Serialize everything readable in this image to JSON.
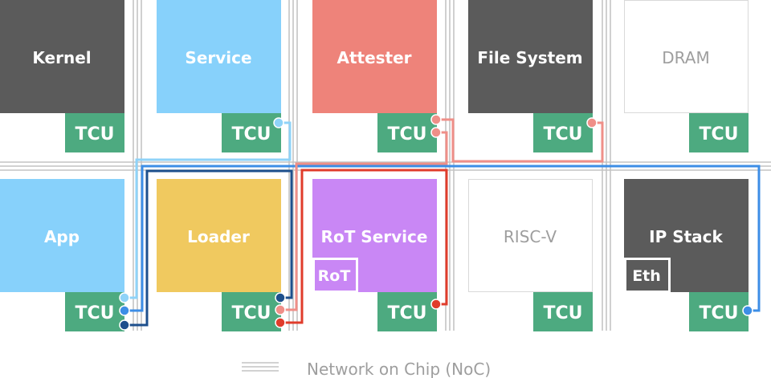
{
  "colors": {
    "tile_dark": "#5b5b5b",
    "tile_light_blue": "#87d1fb",
    "tile_salmon": "#ee837a",
    "tile_yellow": "#f0c95f",
    "tile_purple": "#c987f5",
    "tile_empty": "#ffffff",
    "tile_border": "#d9d9d9",
    "tcu_green": "#4daa80",
    "noc_grey": "#c4c4c4",
    "line_light_blue": "#8fd3f8",
    "line_dark_blue": "#1d4f8c",
    "line_mid_blue": "#3d8ee6",
    "line_pink": "#ef8f88",
    "line_red": "#e03c2b"
  },
  "tiles_top": [
    {
      "label": "Kernel",
      "style": "dark",
      "tcu": "TCU"
    },
    {
      "label": "Service",
      "style": "light_blue",
      "tcu": "TCU"
    },
    {
      "label": "Attester",
      "style": "salmon",
      "tcu": "TCU"
    },
    {
      "label": "File System",
      "style": "dark",
      "tcu": "TCU"
    },
    {
      "label": "DRAM",
      "style": "empty",
      "tcu": "TCU"
    }
  ],
  "tiles_bottom": [
    {
      "label": "App",
      "style": "light_blue",
      "tcu": "TCU"
    },
    {
      "label": "Loader",
      "style": "yellow",
      "tcu": "TCU"
    },
    {
      "label": "RoT Service",
      "style": "purple",
      "tcu": "TCU",
      "sub": "RoT"
    },
    {
      "label": "RISC-V",
      "style": "empty",
      "tcu": "TCU"
    },
    {
      "label": "IP Stack",
      "style": "dark",
      "tcu": "TCU",
      "sub": "Eth"
    }
  ],
  "legend": {
    "label": "Network on Chip (NoC)"
  }
}
